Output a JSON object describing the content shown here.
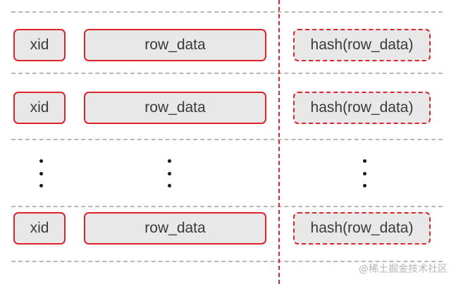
{
  "rows": [
    {
      "xid": "xid",
      "row_data": "row_data",
      "hash": "hash(row_data)"
    },
    {
      "xid": "xid",
      "row_data": "row_data",
      "hash": "hash(row_data)"
    },
    {
      "xid": "xid",
      "row_data": "row_data",
      "hash": "hash(row_data)"
    }
  ],
  "ellipsis": [
    "⋮",
    "⋮",
    "⋮"
  ],
  "watermark": "@稀土掘金技术社区",
  "colors": {
    "accent": "#d9252b",
    "box_fill": "#e8e8e8",
    "separator": "#b8b8b8",
    "text": "#3a3a3a"
  }
}
